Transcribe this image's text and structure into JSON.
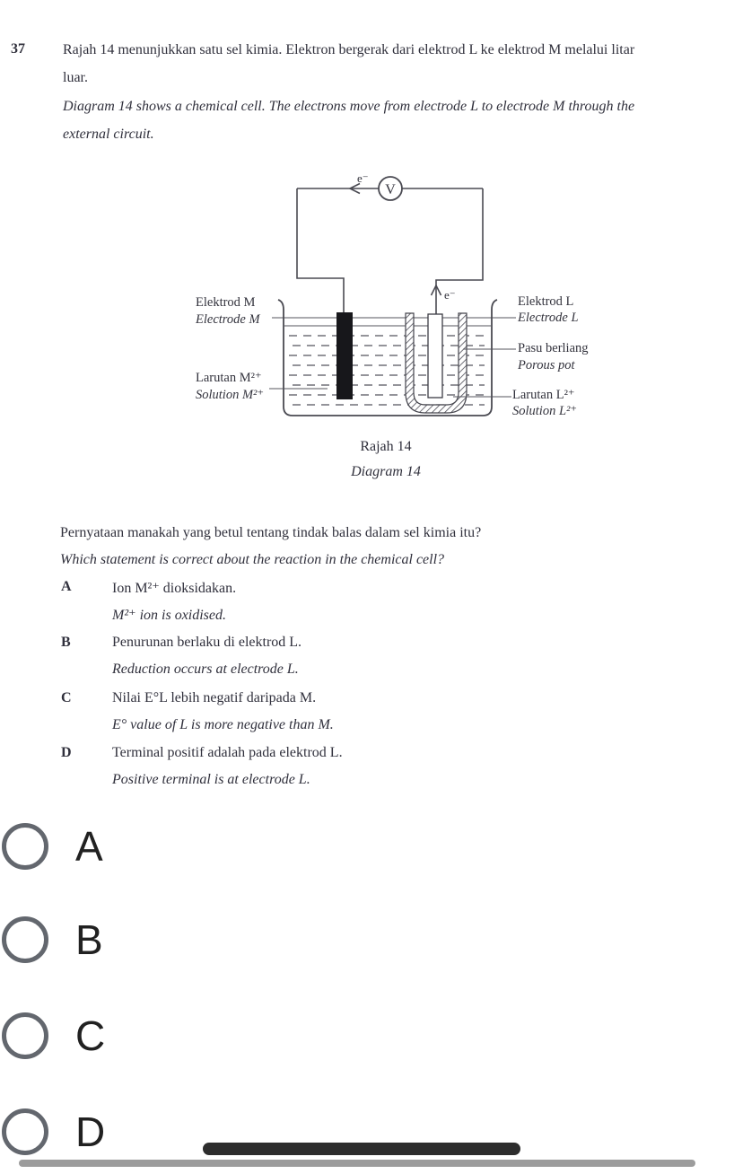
{
  "question": {
    "number": "37",
    "intro_ms_line1": "Rajah 14 menunjukkan satu sel kimia. Elektron bergerak dari elektrod L ke elektrod M melalui litar",
    "intro_ms_line2": "luar.",
    "intro_en_line1": "Diagram 14 shows a chemical cell. The electrons move from electrode L to electrode M through the",
    "intro_en_line2": "external circuit.",
    "prompt_ms": "Pernyataan manakah yang betul tentang tindak balas dalam sel kimia itu?",
    "prompt_en": "Which statement is correct about the reaction in the chemical cell?",
    "options": [
      {
        "letter": "A",
        "text_ms": "Ion M²⁺ dioksidakan.",
        "text_en": "M²⁺ ion is oxidised."
      },
      {
        "letter": "B",
        "text_ms": "Penurunan berlaku di elektrod L.",
        "text_en": "Reduction occurs at electrode L."
      },
      {
        "letter": "C",
        "text_ms": "Nilai E°L lebih negatif daripada M.",
        "text_en": "E° value of L is more negative than M."
      },
      {
        "letter": "D",
        "text_ms": "Terminal positif adalah pada elektrod L.",
        "text_en": "Positive terminal is at electrode L."
      }
    ]
  },
  "diagram": {
    "caption_ms": "Rajah 14",
    "caption_en": "Diagram 14",
    "voltmeter_symbol": "V",
    "electron_label_top": "e⁻",
    "electron_label_right": "e⁻",
    "labels": {
      "electrode_m_ms": "Elektrod M",
      "electrode_m_en": "Electrode M",
      "solution_m_ms": "Larutan M²⁺",
      "solution_m_en": "Solution M²⁺",
      "electrode_l_ms": "Elektrod L",
      "electrode_l_en": "Electrode L",
      "porous_pot_ms": "Pasu berliang",
      "porous_pot_en": "Porous pot",
      "solution_l_ms": "Larutan L²⁺",
      "solution_l_en": "Solution L²⁺"
    }
  },
  "answer_choices": [
    "A",
    "B",
    "C",
    "D"
  ],
  "colors": {
    "scan_ink": "#30303c",
    "radio_outline": "#63676e",
    "choice_text": "#212121",
    "scroll_thumb_dark": "#2d2d2d",
    "scroll_track_gray": "#9c9c9c",
    "background": "#ffffff"
  }
}
